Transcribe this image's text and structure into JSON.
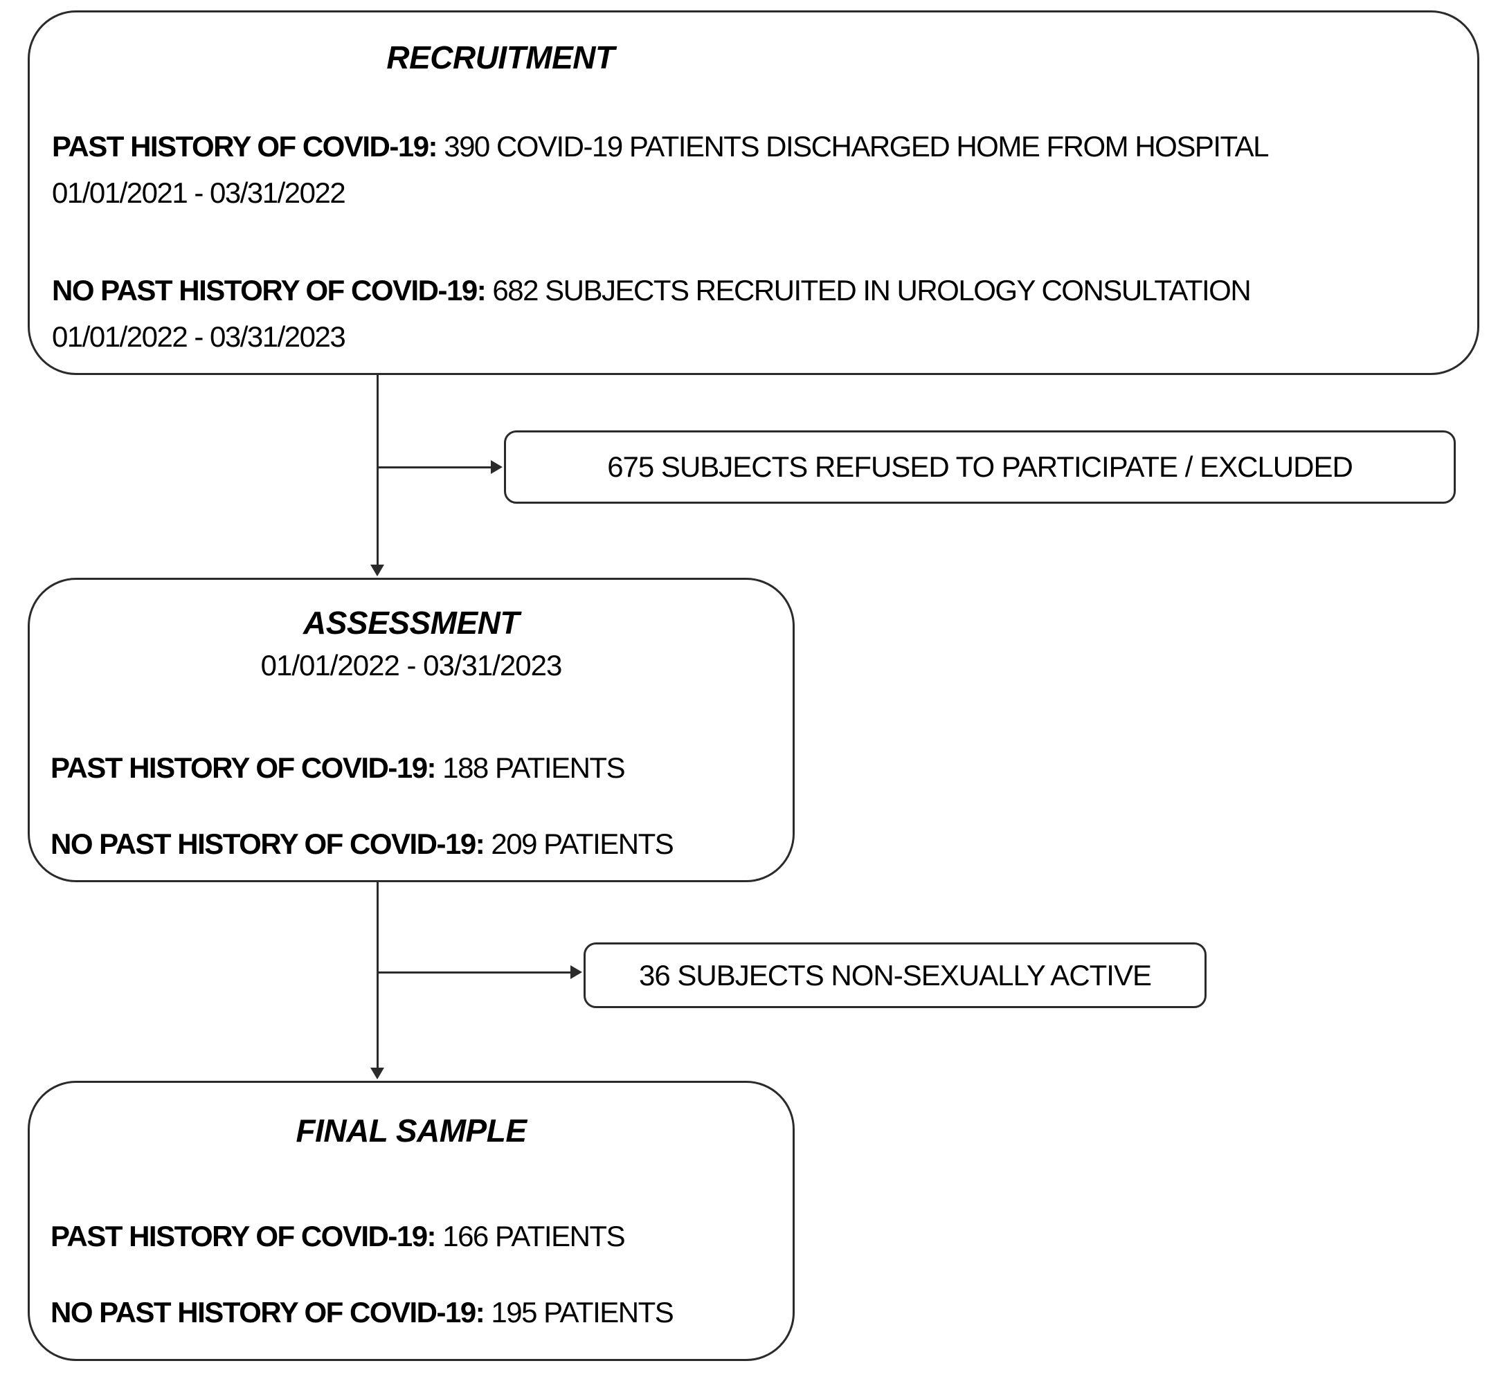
{
  "diagram": {
    "colors": {
      "border": "#2b2b2b",
      "text": "#000000",
      "background": "#ffffff"
    },
    "recruitment": {
      "title": "RECRUITMENT",
      "p1_label": "PAST HISTORY OF COVID-19:",
      "p1_text": " 390 COVID-19 PATIENTS DISCHARGED HOME FROM HOSPITAL",
      "p1_dates": "01/01/2021 - 03/31/2022",
      "p2_label": "NO PAST HISTORY OF COVID-19:",
      "p2_text": " 682 SUBJECTS RECRUITED IN UROLOGY CONSULTATION",
      "p2_dates": "01/01/2022 - 03/31/2023"
    },
    "exclusion1": {
      "text": "675 SUBJECTS REFUSED TO PARTICIPATE / EXCLUDED"
    },
    "assessment": {
      "title": "ASSESSMENT",
      "subtitle": "01/01/2022 - 03/31/2023",
      "p1_label": "PAST HISTORY OF COVID-19:",
      "p1_text": " 188 PATIENTS",
      "p2_label": "NO PAST HISTORY OF COVID-19:",
      "p2_text": " 209 PATIENTS"
    },
    "exclusion2": {
      "text": "36 SUBJECTS NON-SEXUALLY ACTIVE"
    },
    "final_sample": {
      "title": "FINAL SAMPLE",
      "p1_label": "PAST HISTORY OF COVID-19:",
      "p1_text": " 166 PATIENTS",
      "p2_label": "NO PAST HISTORY OF COVID-19:",
      "p2_text": " 195 PATIENTS"
    }
  }
}
